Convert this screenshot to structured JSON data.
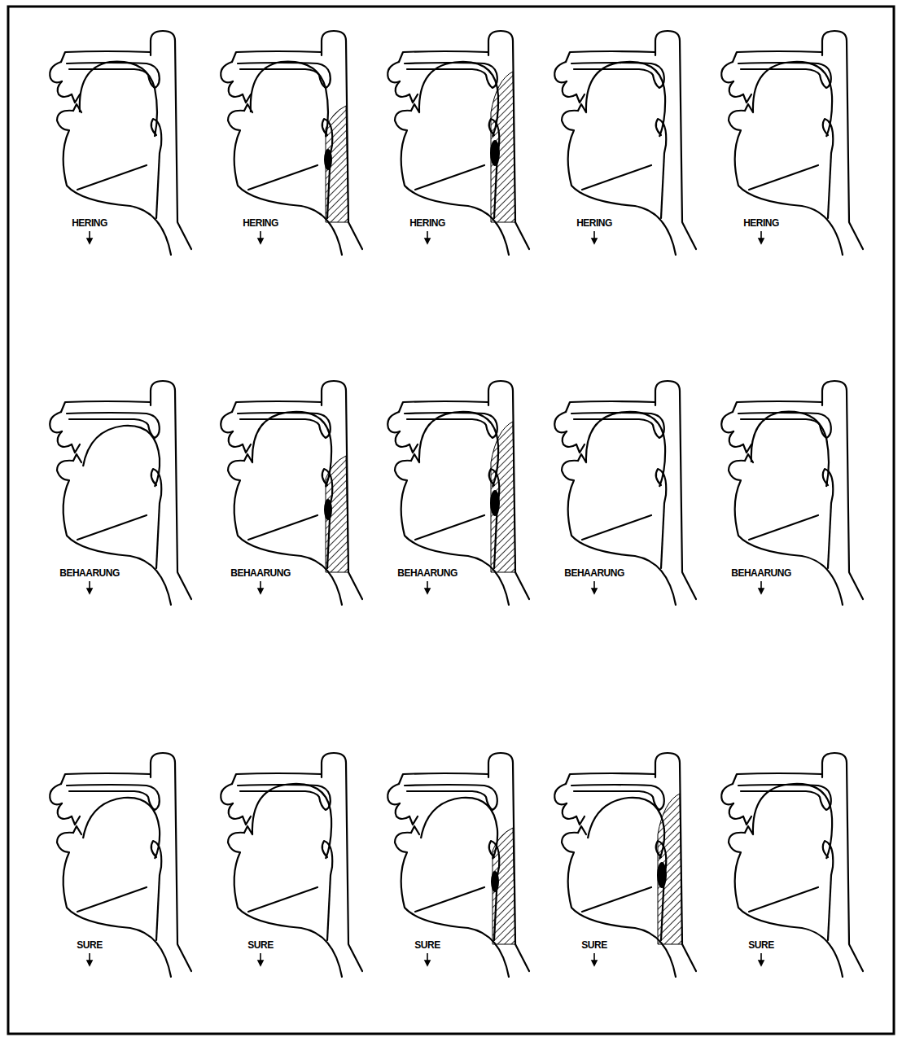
{
  "diagram": {
    "labels": [
      "HERING",
      "HERING",
      "HERING",
      "HERING",
      "HERING",
      "BEHAARUNG",
      "BEHAARUNG",
      "BEHAARUNG",
      "BEHAARUNG",
      "BEHAARUNG",
      "SURE",
      "SURE",
      "SURE",
      "SURE",
      "SURE"
    ]
  }
}
